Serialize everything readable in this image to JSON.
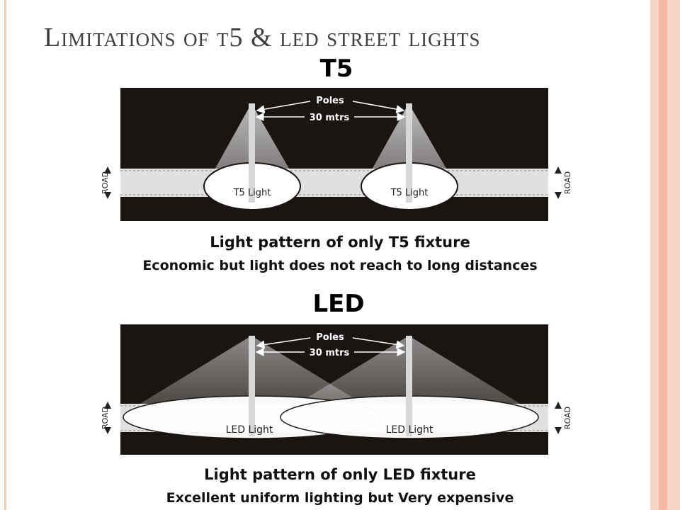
{
  "title": "Limitations of t5 & led street lights",
  "colors": {
    "accent_left": "#f2c9bd",
    "accent_right_1": "#f6d3c6",
    "accent_right_2": "#f3b9a3",
    "title_color": "#3f3f3f",
    "diagram_bg": "#1a1512",
    "road": "#e0e0e0"
  },
  "diagrams": [
    {
      "heading": "T5",
      "poles_label": "Poles",
      "distance_label": "30 mtrs",
      "road_label": "ROAD",
      "light_labels": [
        "T5 Light",
        "T5 Light"
      ],
      "caption_line1": "Light pattern of only T5 fixture",
      "caption_line2": "Economic but light does not reach to long distances"
    },
    {
      "heading": "LED",
      "poles_label": "Poles",
      "distance_label": "30 mtrs",
      "road_label": "ROAD",
      "light_labels": [
        "LED Light",
        "LED Light"
      ],
      "caption_line1": "Light pattern of only LED fixture",
      "caption_line2": "Excellent uniform lighting but Very expensive"
    }
  ]
}
